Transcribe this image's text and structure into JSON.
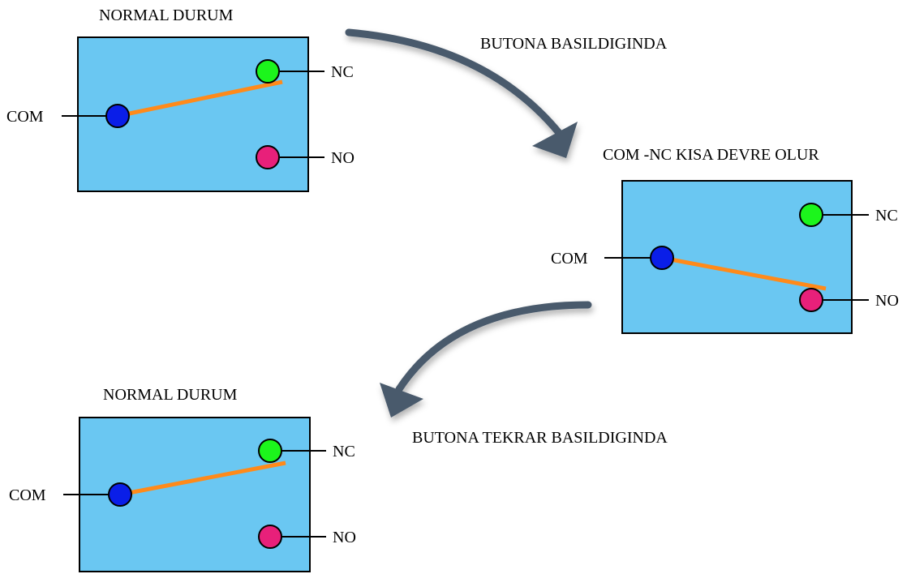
{
  "colors": {
    "box_fill": "#6ac7f2",
    "box_stroke": "#000000",
    "com_dot": "#0a1ee8",
    "nc_dot": "#1cf51c",
    "no_dot": "#e8207a",
    "contact_arm": "#ff8a1a",
    "arrow": "#4a5a6c"
  },
  "panels": [
    {
      "title": "NORMAL DURUM",
      "com_label": "COM",
      "nc_label": "NC",
      "no_label": "NO",
      "contact_to": "NC"
    },
    {
      "title": "COM -NC KISA DEVRE OLUR",
      "com_label": "COM",
      "nc_label": "NC",
      "no_label": "NO",
      "contact_to": "NO"
    },
    {
      "title": "NORMAL DURUM",
      "com_label": "COM",
      "nc_label": "NC",
      "no_label": "NO",
      "contact_to": "NC"
    }
  ],
  "arrows": [
    {
      "label": "BUTONA BASILDIGINDA",
      "icon": "curved-arrow-down-right-icon"
    },
    {
      "label": "BUTONA TEKRAR BASILDIGINDA",
      "icon": "curved-arrow-down-left-icon"
    }
  ]
}
